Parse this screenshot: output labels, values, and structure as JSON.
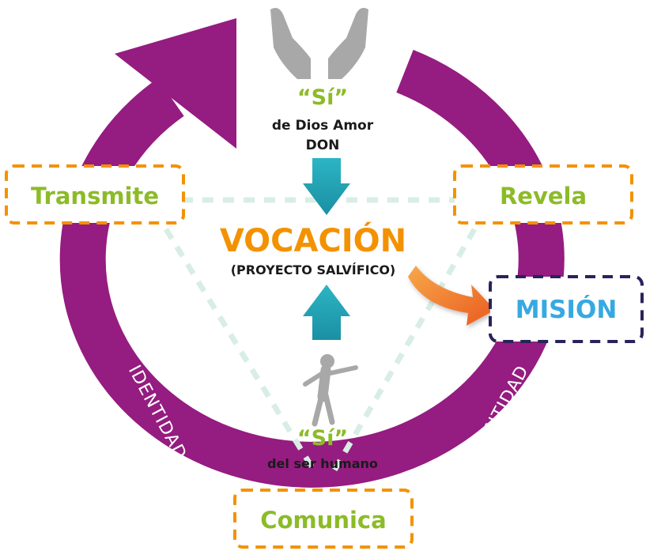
{
  "top": {
    "si": "“Sí”",
    "line1": "de Dios Amor",
    "line2": "DON"
  },
  "center": {
    "title": "VOCACIÓN",
    "subtitle": "(PROYECTO SALVÍFICO)"
  },
  "bottom": {
    "si": "“Sí”",
    "line1": "del ser humano"
  },
  "boxes": {
    "left": "Transmite",
    "right": "Revela",
    "bottom": "Comunica",
    "mision": "MISIÓN"
  },
  "ring": {
    "left_label": "IDENTIDAD",
    "right_label": "IDENTIDAD"
  },
  "icons": {
    "top": "open-hands-icon",
    "bottom": "human-figure-icon",
    "mision_arrow": "curved-arrow-icon"
  },
  "colors": {
    "ring": "#951c80",
    "green": "#8cbb28",
    "orange": "#f39200",
    "blue": "#36a9e1",
    "navy": "#29235c",
    "teal": "#2bb5c4",
    "dashed_triangle": "#d8eee4",
    "gray_icon": "#a8a8a8"
  }
}
